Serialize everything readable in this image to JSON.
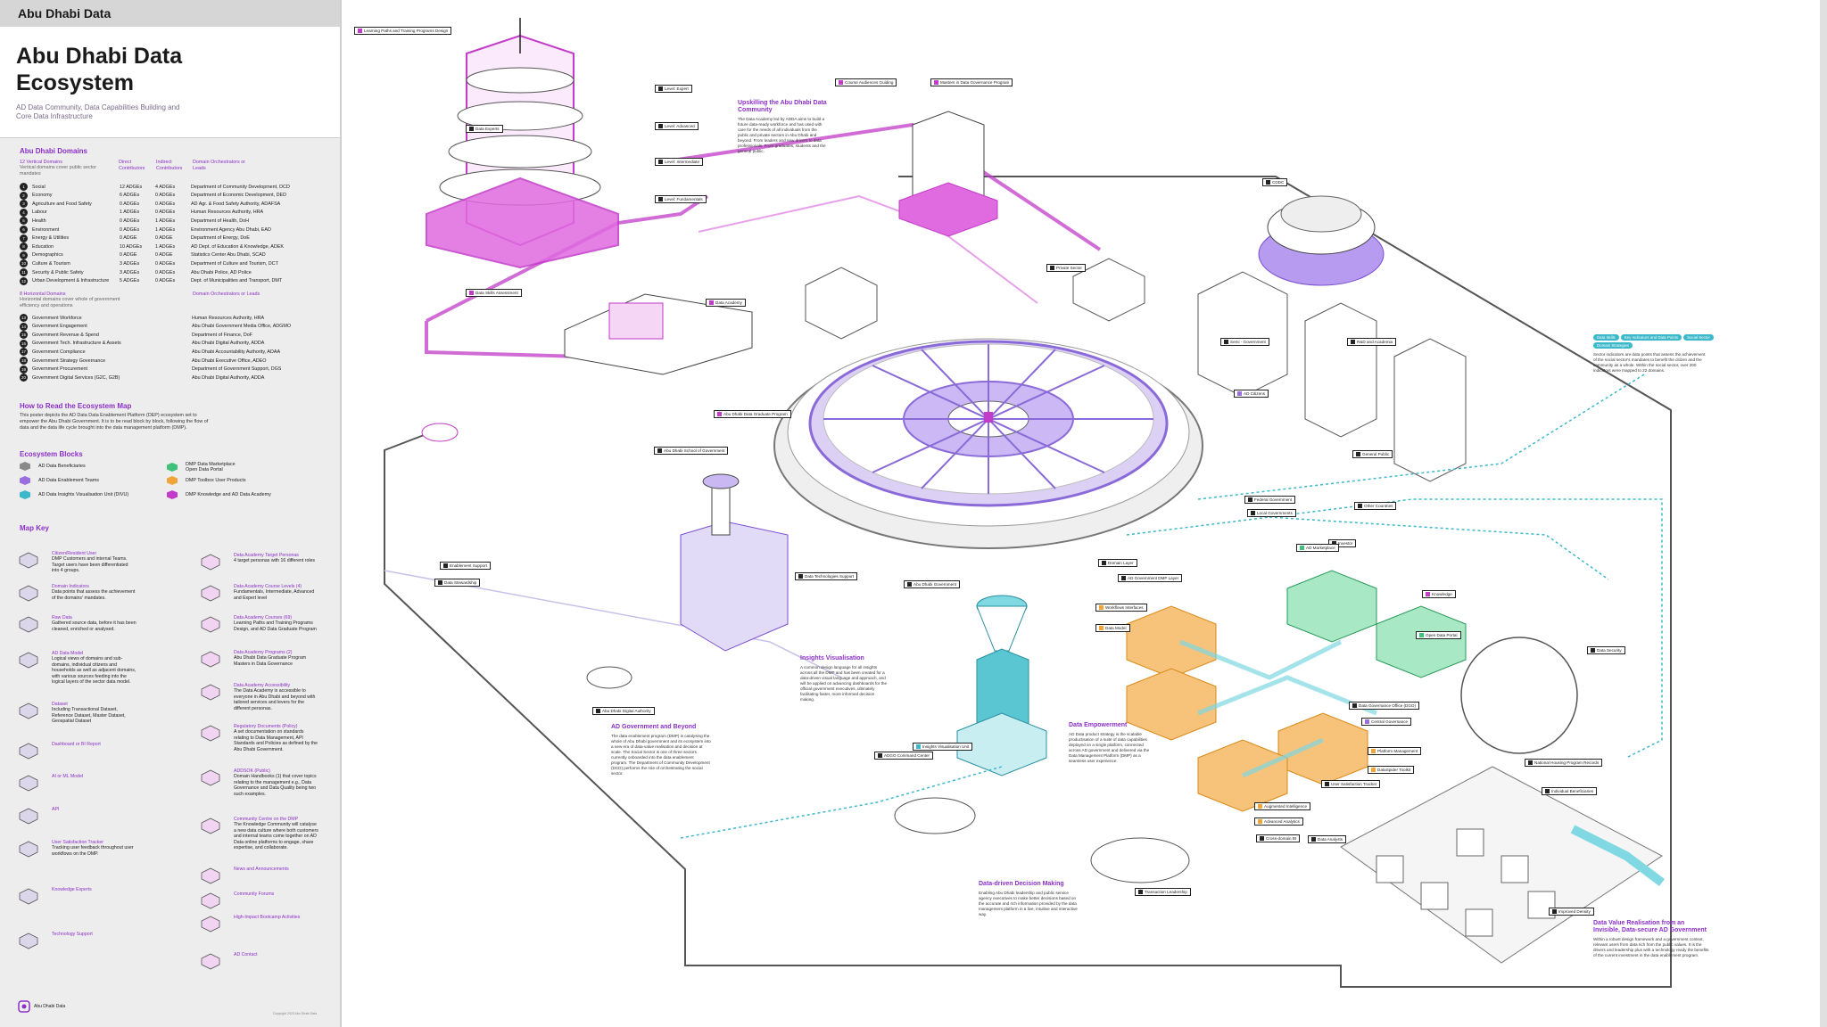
{
  "sidebar": {
    "brand": "Abu Dhabi Data",
    "title_line1": "Abu Dhabi Data",
    "title_line2": "Ecosystem",
    "subtitle": "AD Data Community, Data Capabilities Building and Core Data Infrastructure",
    "domains_heading": "Abu Dhabi Domains",
    "vertical_heading": "12 Vertical Domains",
    "vertical_sub": "Vertical domains cover public sector mandates",
    "col_direct": "Direct Contributors",
    "col_indirect": "Indirect Contributors",
    "col_owner": "Domain Orchestrators or Leads",
    "vertical_domains": [
      {
        "n": "1",
        "name": "Social",
        "direct": "12 ADGEs",
        "indirect": "4 ADGEs",
        "owner": "Department of Community Development, DCD"
      },
      {
        "n": "2",
        "name": "Economy",
        "direct": "6 ADGEs",
        "indirect": "0 ADGEs",
        "owner": "Department of Economic Development, DED"
      },
      {
        "n": "3",
        "name": "Agriculture and Food Safety",
        "direct": "0 ADGEs",
        "indirect": "0 ADGEs",
        "owner": "AD Agr. & Food Safety Authority, ADAFSA"
      },
      {
        "n": "4",
        "name": "Labour",
        "direct": "1 ADGEs",
        "indirect": "0 ADGEs",
        "owner": "Human Resources Authority, HRA"
      },
      {
        "n": "5",
        "name": "Health",
        "direct": "0 ADGEs",
        "indirect": "1 ADGEs",
        "owner": "Department of Health, DoH"
      },
      {
        "n": "6",
        "name": "Environment",
        "direct": "0 ADGEs",
        "indirect": "1 ADGEs",
        "owner": "Environment Agency Abu Dhabi, EAD"
      },
      {
        "n": "7",
        "name": "Energy & Utilities",
        "direct": "0 ADGE",
        "indirect": "0 ADGE",
        "owner": "Department of Energy, DoE"
      },
      {
        "n": "8",
        "name": "Education",
        "direct": "10 ADGEs",
        "indirect": "1 ADGEs",
        "owner": "AD Dept. of Education & Knowledge, ADEK"
      },
      {
        "n": "9",
        "name": "Demographics",
        "direct": "0 ADGE",
        "indirect": "0 ADGE",
        "owner": "Statistics Center Abu Dhabi, SCAD"
      },
      {
        "n": "10",
        "name": "Culture & Tourism",
        "direct": "3 ADGEs",
        "indirect": "0 ADGEs",
        "owner": "Department of Culture and Tourism, DCT"
      },
      {
        "n": "11",
        "name": "Security & Public Safety",
        "direct": "3 ADGEs",
        "indirect": "0 ADGEs",
        "owner": "Abu Dhabi Police, AD Police"
      },
      {
        "n": "12",
        "name": "Urban Development & Infrastructure",
        "direct": "5 ADGEs",
        "indirect": "0 ADGEs",
        "owner": "Dept. of Municipalities and Transport, DMT"
      }
    ],
    "horizontal_heading": "8 Horizontal Domains",
    "horizontal_sub": "Horizontal domains cover whole of government efficiency and operations",
    "horizontal_owner_heading": "Domain Orchestrators or Leads",
    "horizontal_domains": [
      {
        "n": "13",
        "name": "Government Workforce",
        "owner": "Human Resources Authority, HRA"
      },
      {
        "n": "14",
        "name": "Government Engagement",
        "owner": "Abu Dhabi Government Media Office, ADGMO"
      },
      {
        "n": "15",
        "name": "Government Revenue & Spend",
        "owner": "Department of Finance, DoF"
      },
      {
        "n": "16",
        "name": "Government Tech. Infrastructure & Assets",
        "owner": "Abu Dhabi Digital Authority, ADDA"
      },
      {
        "n": "17",
        "name": "Government Compliance",
        "owner": "Abu Dhabi Accountability Authority, ADAA"
      },
      {
        "n": "18",
        "name": "Government Strategy Governance",
        "owner": "Abu Dhabi Executive Office, ADEO"
      },
      {
        "n": "19",
        "name": "Government Procurement",
        "owner": "Department of Government Support, DGS"
      },
      {
        "n": "20",
        "name": "Government Digital Services (G2C, G2B)",
        "owner": "Abu Dhabi Digital Authority, ADDA"
      }
    ],
    "howto_heading": "How to Read the Ecosystem Map",
    "howto_text": "This poster depicts the AD Data Data Enablement Platform (DEP) ecosystem set to empower the Abu Dhabi Government. It is to be read block by block, following the flow of data and the data life cycle brought into the data management platform (DMP).",
    "blocks_heading": "Ecosystem Blocks",
    "blocks": [
      {
        "label": "AD Data Beneficiaries",
        "color": "#8a8a8a"
      },
      {
        "label": "AD Data Enablement Teams",
        "color": "#9b6ee0"
      },
      {
        "label": "AD Data Insights Visualisation Unit (DIVU)",
        "color": "#3bb8c9"
      },
      {
        "label": "DMP Data Marketplace\nOpen Data Portal",
        "color": "#3ec27a"
      },
      {
        "label": "DMP Toolbox User Products",
        "color": "#f0a53a"
      },
      {
        "label": "DMP Knowledge and AD Data Academy",
        "color": "#c23bc9"
      }
    ],
    "mapkey_heading": "Map Key",
    "key_left": [
      {
        "title": "Citizen/Resident User",
        "text": "DMP Customers and internal Teams. Target users have been differentiated into 4 groups."
      },
      {
        "title": "Domain Indicators",
        "text": "Data points that assess the achievement of the domains' mandates."
      },
      {
        "title": "Raw Data",
        "text": "Gathered source data, before it has been cleaned, enriched or analysed."
      },
      {
        "title": "AD Data Model",
        "text": "Logical views of domains and sub-domains, individual citizens and households as well as adjacent domains, with various sources feeding into the logical layers of the sector data model."
      },
      {
        "title": "Dataset",
        "text": "Including Transactional Dataset, Reference Dataset, Master Dataset, Geospatial Dataset"
      },
      {
        "title": "Dashboard or BI Report",
        "text": ""
      },
      {
        "title": "AI or ML Model",
        "text": ""
      },
      {
        "title": "API",
        "text": ""
      },
      {
        "title": "User Satisfaction Tracker",
        "text": "Tracking user feedback throughout user workflows on the DMP."
      },
      {
        "title": "Knowledge Experts",
        "text": ""
      },
      {
        "title": "Technology Support",
        "text": ""
      }
    ],
    "key_right": [
      {
        "title": "Data Academy Target Personas",
        "text": "4 target personas with 16 different roles"
      },
      {
        "title": "Data Academy Course Levels (4)",
        "text": "Fundamentals, Intermediate, Advanced and Expert level"
      },
      {
        "title": "Data Academy Courses (69)",
        "text": "Learning Paths and Training Programs Design, and AD Data Graduate Program"
      },
      {
        "title": "Data Academy Programs (2)",
        "text": "Abu Dhabi Data Graduate Program Masters in Data Governance"
      },
      {
        "title": "Data Academy Accessibility",
        "text": "The Data Academy is accessible to everyone in Abu Dhabi and beyond with tailored services and levers for the different personas."
      },
      {
        "title": "Regulatory Documents (Policy)",
        "text": "A set documentation on standards relating to Data Management, API Standards and Policies as defined by the Abu Dhabi Government."
      },
      {
        "title": "ADDSOK (Public)",
        "text": "Domain Handbooks (1) that cover topics relating to the management e.g., Data Governance and Data Quality being two such examples."
      },
      {
        "title": "Community Centre on the DMP",
        "text": "The Knowledge Community will catalyse a new data culture where both customers and internal teams come together on AD Data online platforms to engage, share expertise, and collaborate."
      },
      {
        "title": "News and Announcements",
        "text": ""
      },
      {
        "title": "Community Forums",
        "text": ""
      },
      {
        "title": "High-Impact Bootcamp Activities",
        "text": ""
      },
      {
        "title": "AD Contact",
        "text": ""
      }
    ],
    "footer_logo": "Abu Dhabi Data",
    "footer_copyright": "Copyright 2023 Abu Dhabi Data"
  },
  "map": {
    "labels": [
      {
        "text": "Learning Paths and Training Programs Design",
        "color": "#c23bc9"
      },
      {
        "text": "Level: Expert",
        "color": "#222"
      },
      {
        "text": "Level: Advanced",
        "color": "#222"
      },
      {
        "text": "Level: Intermediate",
        "color": "#222"
      },
      {
        "text": "Level: Fundamentals",
        "color": "#222"
      },
      {
        "text": "Data Experts",
        "color": "#222"
      },
      {
        "text": "Data Skills Assessment",
        "color": "#c23bc9"
      },
      {
        "text": "Course Audiences Guiding",
        "color": "#c23bc9"
      },
      {
        "text": "Masters in Data Governance Program",
        "color": "#c23bc9"
      },
      {
        "text": "Data Academy",
        "color": "#c23bc9"
      },
      {
        "text": "Abu Dhabi Data Graduate Program",
        "color": "#c23bc9"
      },
      {
        "text": "Abu Dhabi School of Government",
        "color": "#222"
      },
      {
        "text": "Enablement Support",
        "color": "#222"
      },
      {
        "text": "Data Stewardship",
        "color": "#222"
      },
      {
        "text": "Data Technologies Support",
        "color": "#222"
      },
      {
        "text": "Abu Dhabi Government",
        "color": "#222"
      },
      {
        "text": "Abu Dhabi Digital Authority",
        "color": "#222"
      },
      {
        "text": "Insights Visualisation Unit",
        "color": "#3bb8c9"
      },
      {
        "text": "ADGO Command Center",
        "color": "#222"
      },
      {
        "text": "Private Sector",
        "color": "#222"
      },
      {
        "text": "Semi - Government",
        "color": "#222"
      },
      {
        "text": "R&D and Academia",
        "color": "#222"
      },
      {
        "text": "AD Citizens",
        "color": "#9b6ee0"
      },
      {
        "text": "Federal Government",
        "color": "#222"
      },
      {
        "text": "Local Governments",
        "color": "#222"
      },
      {
        "text": "Other Countries",
        "color": "#222"
      },
      {
        "text": "General Public",
        "color": "#222"
      },
      {
        "text": "Investor",
        "color": "#222"
      },
      {
        "text": "AD Government DMP Layer",
        "color": "#222"
      },
      {
        "text": "Domain Layer",
        "color": "#222"
      },
      {
        "text": "AD Marketplace",
        "color": "#3ec27a"
      },
      {
        "text": "Open Data Portal",
        "color": "#3ec27a"
      },
      {
        "text": "Data Governance Office (DGO)",
        "color": "#222"
      },
      {
        "text": "Central Governance",
        "color": "#9b6ee0"
      },
      {
        "text": "Platform Management",
        "color": "#f0a53a"
      },
      {
        "text": "DataSpider Toolkit",
        "color": "#f0a53a"
      },
      {
        "text": "Workflows Interfaces",
        "color": "#f0a53a"
      },
      {
        "text": "Data Model",
        "color": "#f0a53a"
      },
      {
        "text": "Augmented Intelligence",
        "color": "#f0a53a"
      },
      {
        "text": "Advanced Analytics",
        "color": "#f0a53a"
      },
      {
        "text": "User Satisfaction Tracker",
        "color": "#222"
      },
      {
        "text": "Knowledge",
        "color": "#c23bc9"
      },
      {
        "text": "Data Security",
        "color": "#222"
      },
      {
        "text": "Individual Beneficiaries",
        "color": "#222"
      },
      {
        "text": "National Housing Program Records",
        "color": "#222"
      },
      {
        "text": "Improved Density",
        "color": "#222"
      },
      {
        "text": "Transaction Leadership",
        "color": "#222"
      },
      {
        "text": "Cross-domain BI",
        "color": "#222"
      },
      {
        "text": "Data Analysts",
        "color": "#222"
      },
      {
        "text": "CDDC",
        "color": "#222"
      }
    ],
    "upskilling_title": "Upskilling the Abu Dhabi Data Community",
    "upskilling_text": "The Data Academy led by ADDA aims to build a future data-ready workforce and has used with care for the needs of all individuals from the public and private sectors in Abu Dhabi and beyond. From leaders and new drivers to data professionals. From graduates, students and the general public.",
    "insights_title": "Insights Visualisation",
    "insights_text": "A common design language for all insights across all the DMP and has been created for a data-driven visual language and approach, and will be applied on advancing dashboards for the official government executives, ultimately facilitating faster, more informed decision making.",
    "adgov_title": "AD Government and Beyond",
    "adgov_text": "The data enablement program (DMP) is catalysing the whole of Abu Dhabi government and its ecosystem into a new era of data-value realisation and decision at scale. The Social Sector is one of three sectors currently onboarded into the data enablement program. The Department of Community Development (DCD) performs the role of orchestrating the social sector.",
    "empower_title": "Data Empowerment",
    "empower_text": "AD Data product strategy is the scalable productisation of a suite of data capabilities deployed on a single platform, connected across AD government and delivered via the Data Management Platform (DMP) as a seamless user experience.",
    "decision_title": "Data-driven Decision Making",
    "decision_text": "Enabling Abu Dhabi leadership and public service agency executives to make better decisions based on the accurate and rich information provided by the data management platform in a live, intuitive and interactive way.",
    "value_title": "Data Value Realisation from an Invisible, Data-secure AD Government",
    "value_text": "Within a robust design framework and a government context, relevant users from data rich from the public values. It is the drivers and leadership plus with a technology ready the benefits of the current investment in the data enablement program.",
    "sector_text": "Sector indicators are data points that assess the achievement of the social sector's mandates to benefit the citizen and the community as a whole. Within the social sector, over 200 indicators were mapped to 22 domains.",
    "pills": [
      "Data Skills",
      "Key Indicators and Data Points",
      "Social Sector",
      "Domain Strategies"
    ]
  }
}
